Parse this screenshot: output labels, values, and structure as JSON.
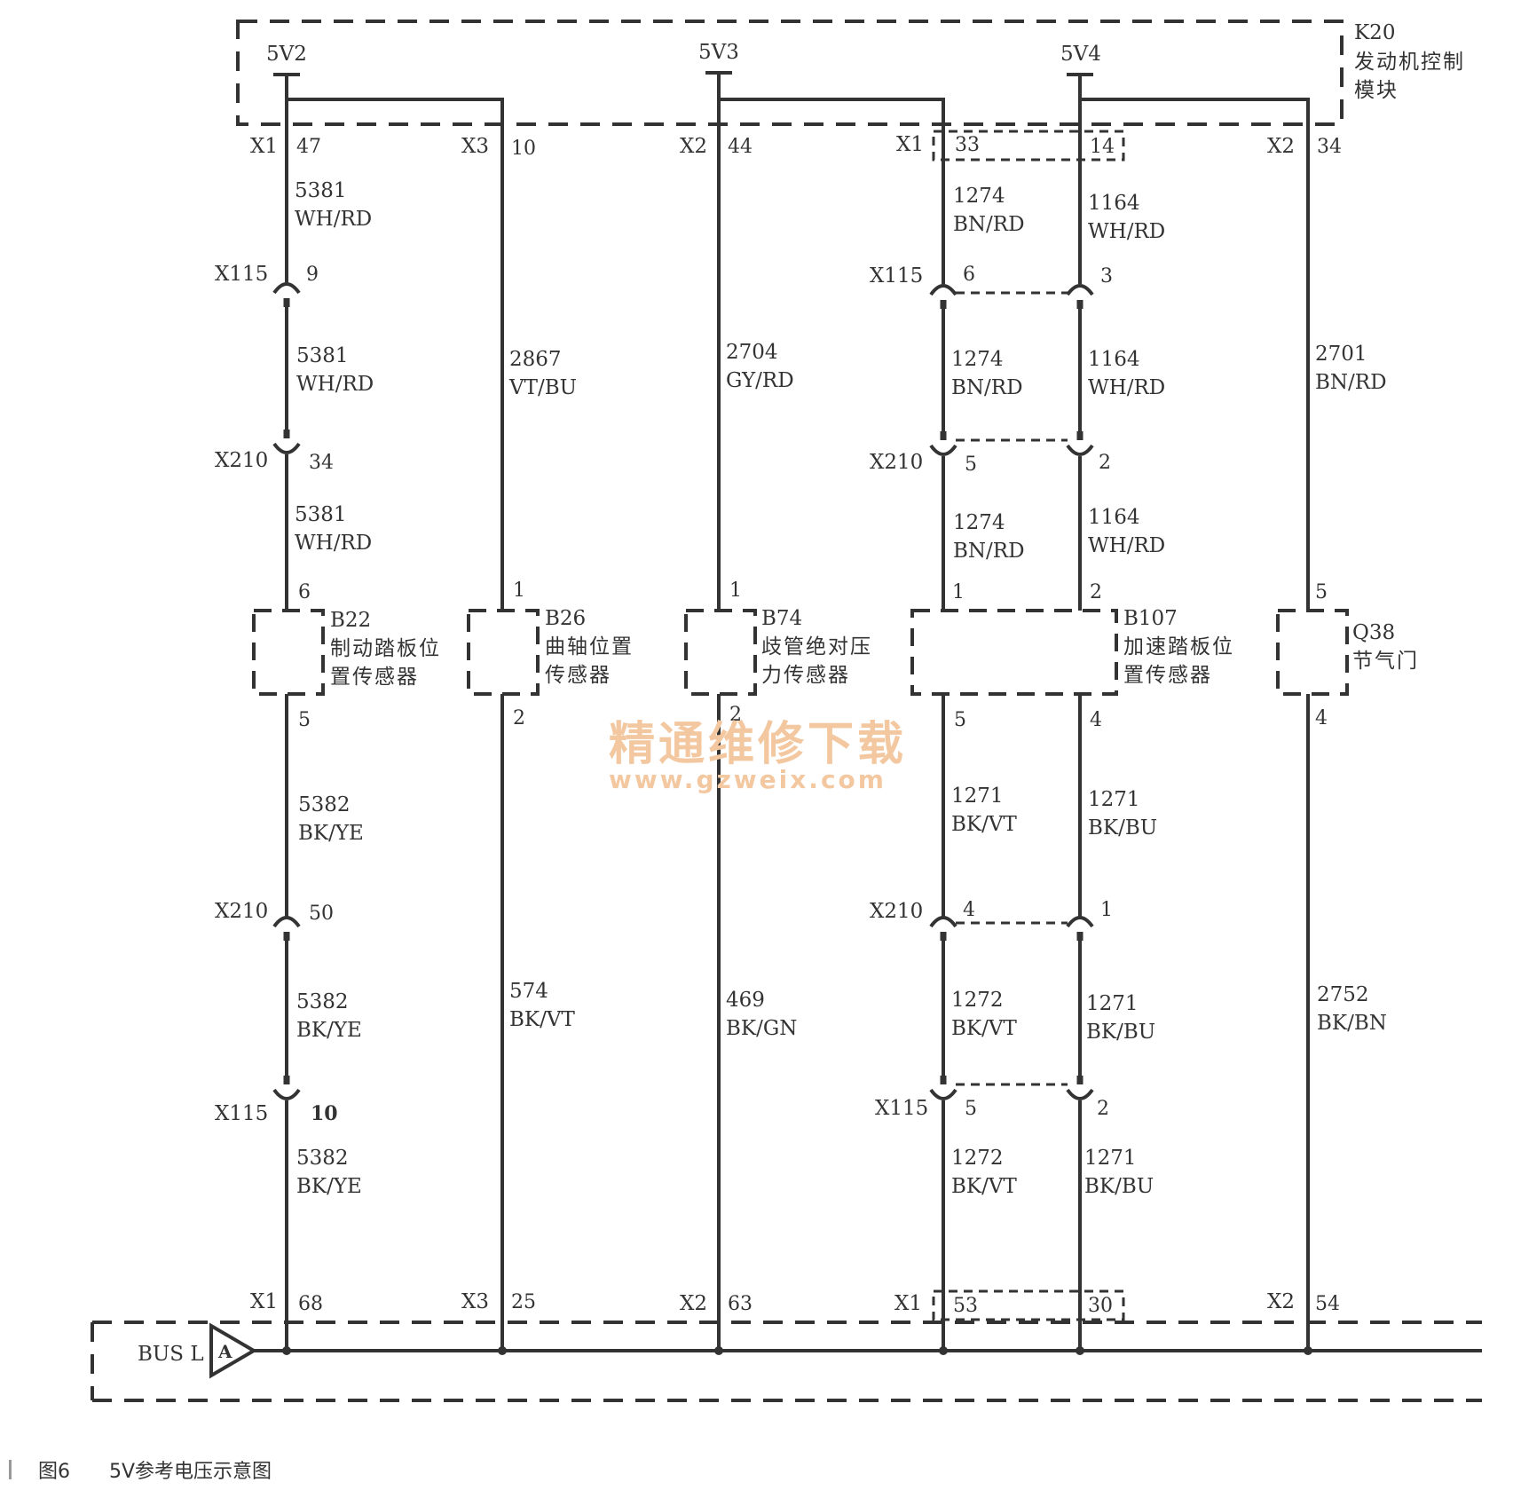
{
  "module": {
    "id": "K20",
    "name_line1": "发动机控制",
    "name_line2": "模块"
  },
  "supplies": [
    "5V2",
    "5V3",
    "5V4"
  ],
  "bus": {
    "label": "BUS L",
    "marker": "A"
  },
  "caption": {
    "figure": "图6",
    "title": "5V参考电压示意图"
  },
  "watermark": {
    "line1": "精通维修下载",
    "line2": "www.gzweix.com"
  },
  "columns": {
    "c1": {
      "top_conn": "X1",
      "top_pin": "47",
      "wires_upper": [
        [
          "5381",
          "WH/RD"
        ],
        [
          "5381",
          "WH/RD"
        ],
        [
          "5381",
          "WH/RD"
        ]
      ],
      "inline_upper": [
        [
          "X115",
          "9"
        ],
        [
          "X210",
          "34"
        ]
      ],
      "sensor_top_pin": "6",
      "sensor_bot_pin": "5",
      "wires_lower": [
        [
          "5382",
          "BK/YE"
        ],
        [
          "5382",
          "BK/YE"
        ],
        [
          "5382",
          "BK/YE"
        ]
      ],
      "inline_lower": [
        [
          "X210",
          "50"
        ],
        [
          "X115",
          "10"
        ]
      ],
      "bot_conn": "X1",
      "bot_pin": "68"
    },
    "c2": {
      "top_conn": "X3",
      "top_pin": "10",
      "wire_upper": [
        "2867",
        "VT/BU"
      ],
      "sensor_top_pin": "1",
      "sensor_bot_pin": "2",
      "wire_lower": [
        "574",
        "BK/VT"
      ],
      "bot_conn": "X3",
      "bot_pin": "25"
    },
    "c3": {
      "top_conn": "X2",
      "top_pin": "44",
      "wire_upper": [
        "2704",
        "GY/RD"
      ],
      "sensor_top_pin": "1",
      "sensor_bot_pin": "2",
      "wire_lower": [
        "469",
        "BK/GN"
      ],
      "bot_conn": "X2",
      "bot_pin": "63"
    },
    "c45": {
      "top_conn": "X1",
      "top_pins": [
        "33",
        "14"
      ],
      "wires_upper_a": [
        [
          "1274",
          "BN/RD"
        ],
        [
          "1274",
          "BN/RD"
        ],
        [
          "1274",
          "BN/RD"
        ]
      ],
      "wires_upper_b": [
        [
          "1164",
          "WH/RD"
        ],
        [
          "1164",
          "WH/RD"
        ],
        [
          "1164",
          "WH/RD"
        ]
      ],
      "inline_upper": [
        [
          "X115",
          "6",
          "3"
        ],
        [
          "X210",
          "5",
          "2"
        ]
      ],
      "sensor_top_pins": [
        "1",
        "2"
      ],
      "sensor_bot_pins": [
        "5",
        "4"
      ],
      "wires_lower_a": [
        [
          "1271",
          "BK/VT"
        ],
        [
          "1272",
          "BK/VT"
        ],
        [
          "1272",
          "BK/VT"
        ]
      ],
      "wires_lower_b": [
        [
          "1271",
          "BK/BU"
        ],
        [
          "1271",
          "BK/BU"
        ],
        [
          "1271",
          "BK/BU"
        ]
      ],
      "inline_lower": [
        [
          "X210",
          "4",
          "1"
        ],
        [
          "X115",
          "5",
          "2"
        ]
      ],
      "bot_conn": "X1",
      "bot_pins": [
        "53",
        "30"
      ]
    },
    "c6": {
      "top_conn": "X2",
      "top_pin": "34",
      "wire_upper": [
        "2701",
        "BN/RD"
      ],
      "sensor_top_pin": "5",
      "sensor_bot_pin": "4",
      "wire_lower": [
        "2752",
        "BK/BN"
      ],
      "bot_conn": "X2",
      "bot_pin": "54"
    }
  },
  "sensors": [
    {
      "id": "B22",
      "line1": "制动踏板位",
      "line2": "置传感器"
    },
    {
      "id": "B26",
      "line1": "曲轴位置",
      "line2": "传感器"
    },
    {
      "id": "B74",
      "line1": "歧管绝对压",
      "line2": "力传感器"
    },
    {
      "id": "B107",
      "line1": "加速踏板位",
      "line2": "置传感器"
    },
    {
      "id": "Q38",
      "line1": "节气门",
      "line2": ""
    }
  ]
}
